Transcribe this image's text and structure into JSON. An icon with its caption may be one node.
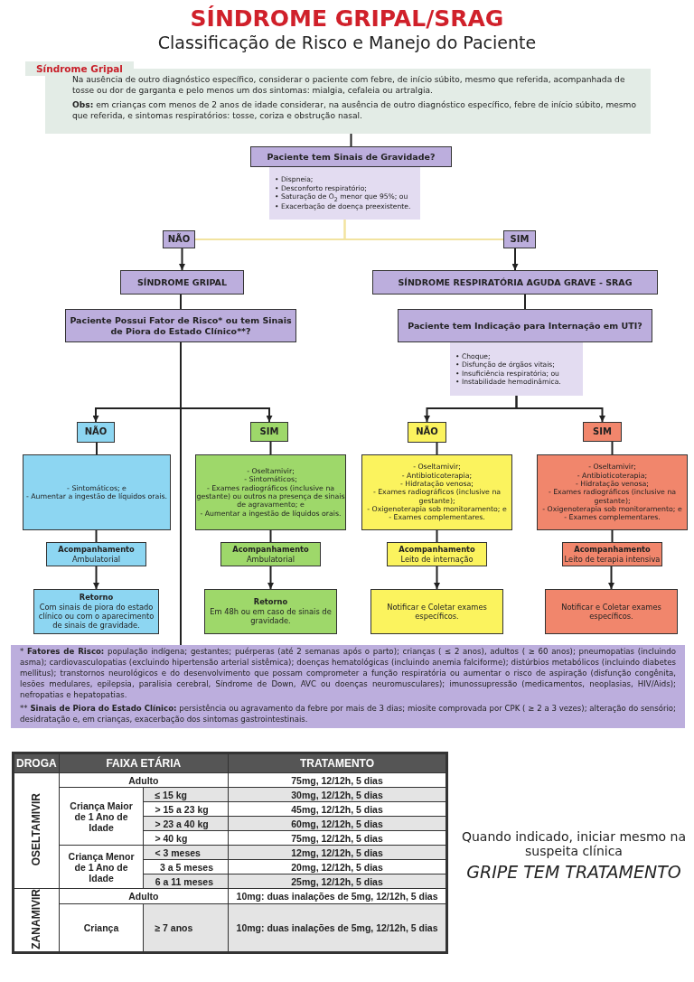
{
  "diagram": {
    "title": "SÍNDROME GRIPAL/SRAG",
    "nodes": [
      {
        "text": [
          "Síndrome Gripal",
          "Na ausência de outro diagnóstico específico, considerar o paciente com febre, de início súbito, mesmo que referida, acompanhada de tosse ou dor de garganta e pelo menos um dos sintomas: mialgia, cefaleia ou artralgia.",
          "**Obs:** em crianças com menos de 2 anos de idade considerar, na ausência de outro diagnóstico específico, febre de início súbito, mesmo que referida, e sintomas respiratórios: tosse, coriza e obstrução nasal."
        ]
      },
      {
        "text": [
          "Paciente tem Sinais de Gravidade?"
        ]
      },
      {
        "text": [
          "• Dispneia;",
          "• Desconforto respiratório;",
          "• Saturação de O$_{2}$ menor que 95%; ou",
          "• Exacerbação de doença preexistente."
        ]
      },
      {
        "text": [
          "NÃO"
        ]
      },
      {
        "text": [
          "SIM"
        ]
      },
      {
        "text": [
          "SÍNDROME GRIPAL"
        ]
      },
      {
        "text": [
          "Paciente Possui Fator de Risco* ou tem Sinais de Piora do Estado Clínico**?"
        ]
      },
      {
        "text": [
          "SÍNDROME RESPIRATÓRIA AGUDA GRAVE - SRAG"
        ]
      },
      {
        "text": [
          "Paciente tem Indicação para Internação em UTI?"
        ]
      },
      {
        "text": [
          "• Choque;",
          "• Disfunção de órgãos vitais;",
          "• Insuficiência respiratória; ou",
          "• Instabilidade hemodinâmica."
        ]
      },
      {
        "text": [
          "NÃO"
        ]
      },
      {
        "text": [
          "SIM"
        ]
      },
      {
        "text": [
          "NÃO"
        ]
      },
      {
        "text": [
          "SIM"
        ]
      },
      {
        "text": [
          "- Sintomáticos; e",
          "- Aumentar a ingestão de líquidos orais."
        ]
      },
      {
        "text": [
          "- Oseltamivir;",
          "- Sintomáticos;",
          "- Exames radiográficos (inclusive na gestante) ou outros na presença de sinais de agravamento; e",
          "- Aumentar a ingestão de líquidos orais."
        ]
      },
      {
        "text": [
          "- Oseltamivir;",
          "- Antibioticoterapia;",
          "- Hidratação venosa;",
          "- Exames radiográficos (inclusive na gestante);",
          "- Oxigenoterapia sob monitoramento; e",
          "- Exames complementares."
        ]
      },
      {
        "text": [
          "- Oseltamivir;",
          "- Antibioticoterapia;",
          "- Hidratação venosa;",
          "- Exames radiográficos (inclusive na gestante);",
          "- Oxigenoterapia sob monitoramento; e",
          "- Exames complementares."
        ]
      },
      {
        "text": [
          "Acompanhamento",
          "Ambulatorial"
        ]
      },
      {
        "text": [
          "Acompanhamento",
          "Ambulatorial"
        ]
      },
      {
        "text": [
          "Acompanhamento",
          "Leito de internação"
        ]
      },
      {
        "text": [
          "Acompanhamento",
          "Leito de terapia intensiva"
        ]
      },
      {
        "text": [
          "Retorno",
          "Com sinais de piora do estado clínico ou com o aparecimento de sinais de gravidade."
        ]
      },
      {
        "text": [
          "Retorno",
          "Em 48h ou em caso de sinais de gravidade."
        ]
      },
      {
        "text": [
          "Notificar e Coletar exames específicos."
        ]
      },
      {
        "text": [
          "Notificar e Coletar exames específicos."
        ]
      },
      {
        "text": [
          "* **Fatores de Risco:** população indígena; gestantes; puérperas (até 2 semanas após o parto); crianças ( ≤ 2 anos), adultos ( ≥ 60 anos); pneumopatias (incluindo asma); cardiovasculopatias (excluindo hipertensão arterial sistêmica); doenças hematológicas (incluindo anemia falciforme); distúrbios metabólicos (incluindo diabetes mellitus); transtornos neurológicos e do desenvolvimento que possam comprometer a função respiratória ou aumentar o risco de aspiração (disfunção congênita, lesões medulares, epilepsia, paralisia cerebral, Síndrome de Down, AVC ou doenças neuromusculares); imunossupressão (medicamentos, neoplasias, HIV/Aids); nefropatias e hepatopatias.",
          "** **Sinais de Piora do Estado Clínico:** persistência ou agravamento da febre por mais de 3 dias; miosite comprovada por CPK ( ≥ 2 a 3 vezes); alteração do sensório; desidratação e, em crianças, exacerbação dos sintomas gastrointestinais."
        ]
      }
    ],
    "edges": [
      {
        "from": 0,
        "to": 1,
        "arrow": "none"
      },
      {
        "from": 2,
        "to": 3,
        "arrow": "none",
        "color": "#f2e3a0"
      },
      {
        "from": 2,
        "to": 4,
        "arrow": "none",
        "color": "#f2e3a0"
      },
      {
        "from": 3,
        "to": 5,
        "arrow": "to"
      },
      {
        "from": 4,
        "to": 7,
        "arrow": "to"
      },
      {
        "from": 5,
        "to": 6,
        "arrow": "none"
      },
      {
        "from": 7,
        "to": 8,
        "arrow": "none"
      },
      {
        "from": 6,
        "to": 10,
        "arrow": "to"
      },
      {
        "from": 6,
        "to": 11,
        "arrow": "to"
      },
      {
        "from": 9,
        "to": 12,
        "arrow": "to"
      },
      {
        "from": 9,
        "to": 13,
        "arrow": "to"
      },
      {
        "from": 10,
        "to": 14,
        "arrow": "none"
      },
      {
        "from": 11,
        "to": 15,
        "arrow": "none"
      },
      {
        "from": 12,
        "to": 16,
        "arrow": "none"
      },
      {
        "from": 13,
        "to": 17,
        "arrow": "none"
      },
      {
        "from": 14,
        "to": 18,
        "arrow": "none"
      },
      {
        "from": 15,
        "to": 19,
        "arrow": "none"
      },
      {
        "from": 16,
        "to": 20,
        "arrow": "none"
      },
      {
        "from": 17,
        "to": 21,
        "arrow": "none"
      },
      {
        "from": 18,
        "to": 22,
        "arrow": "to"
      },
      {
        "from": 19,
        "to": 23,
        "arrow": "to"
      },
      {
        "from": 20,
        "to": 24,
        "arrow": "to"
      },
      {
        "from": 21,
        "to": 25,
        "arrow": "to"
      },
      {
        "from": 6,
        "to": 26,
        "arrow": "none"
      }
    ],
    "labels": [
      "Classificação de Risco e Manejo do Paciente",
      "DROGA",
      "FAIXA ETÁRIA",
      "TRATAMENTO",
      "OSELTAMIVIR",
      "Adulto",
      "75mg, 12/12h, 5 dias",
      "Criança Maior de 1 Ano de Idade",
      "≤ 15 kg",
      "30mg, 12/12h, 5 dias",
      "> 15 a 23 kg",
      "45mg, 12/12h, 5 dias",
      "> 23 a 40 kg",
      "60mg, 12/12h, 5 dias",
      "> 40 kg",
      "75mg, 12/12h, 5 dias",
      "Criança Menor de 1 Ano de Idade",
      "< 3 meses",
      "12mg, 12/12h, 5 dias",
      "3 a 5 meses",
      "20mg, 12/12h, 5 dias",
      "6 a 11 meses",
      "25mg, 12/12h, 5 dias",
      "ZANAMIVIR",
      "Adulto",
      "10mg: duas inalações de 5mg, 12/12h, 5 dias",
      "Criança",
      "≥ 7 anos",
      "10mg: duas inalações de 5mg, 12/12h, 5 dias",
      "Quando indicado, iniciar mesmo na suspeita clínica",
      "GRIPE TEM TRATAMENTO"
    ]
  }
}
